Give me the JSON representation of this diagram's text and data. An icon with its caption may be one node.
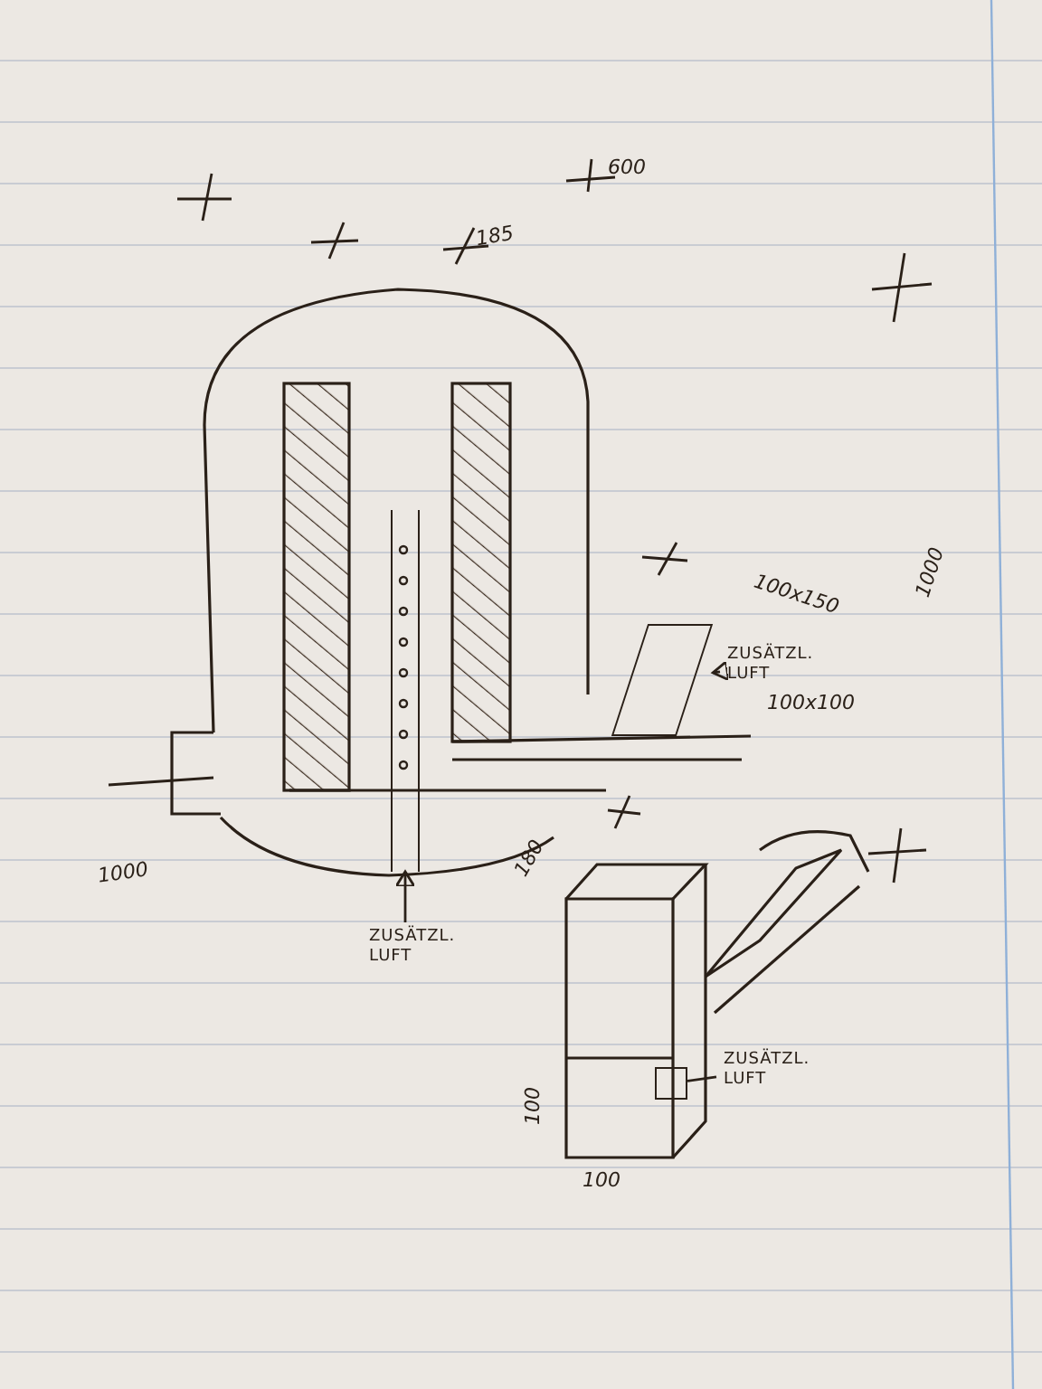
{
  "diagram": {
    "nodes": [
      {
        "text": [
          "ZUSÄTZL. LUFT"
        ]
      },
      {
        "text": [],
        "shape": "box"
      },
      {
        "text": [
          "ZUSÄTZL. LUFT"
        ]
      },
      {
        "text": [],
        "shape": "box"
      },
      {
        "text": [
          "ZUSÄTZL. LUFT"
        ]
      },
      {
        "text": [],
        "shape": "box"
      }
    ],
    "edges": [
      {
        "from": 0,
        "to": 1,
        "arrow": "to"
      },
      {
        "from": 2,
        "to": 3,
        "arrow": "to"
      },
      {
        "from": 4,
        "to": 5,
        "arrow": "none"
      }
    ],
    "labels": [
      "600",
      "185",
      "1000",
      "100x150",
      "100x100",
      "1000",
      "180",
      "100",
      "100"
    ]
  }
}
